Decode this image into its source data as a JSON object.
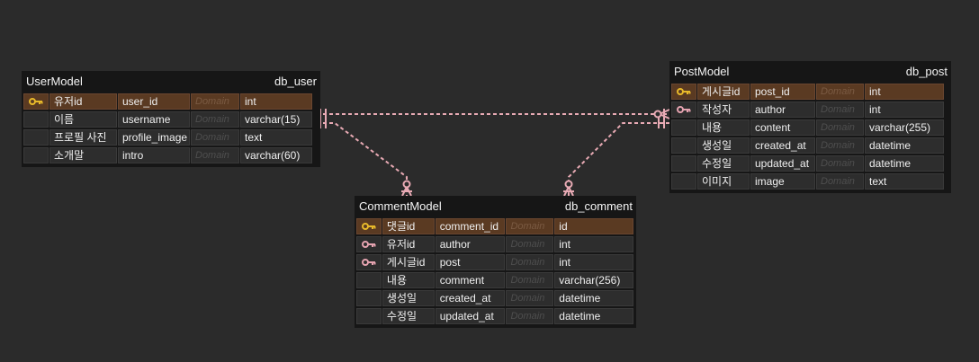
{
  "colors": {
    "background": "#2b2b2b",
    "table_bg": "#161616",
    "row_bg": "#2d2d2d",
    "pk_row_bg": "#5a3a22",
    "pk_key_icon": "#e8b92a",
    "fk_key_icon": "#e5a3b0",
    "relation_line": "#e8aab4"
  },
  "domain_placeholder": "Domain",
  "user_table": {
    "name": "UserModel",
    "db_name": "db_user",
    "rows": [
      {
        "label": "유저id",
        "column": "user_id",
        "type": "int",
        "key": "pk"
      },
      {
        "label": "이름",
        "column": "username",
        "type": "varchar(15)",
        "key": "none"
      },
      {
        "label": "프로필 사진",
        "column": "profile_image",
        "type": "text",
        "key": "none"
      },
      {
        "label": "소개말",
        "column": "intro",
        "type": "varchar(60)",
        "key": "none"
      }
    ]
  },
  "post_table": {
    "name": "PostModel",
    "db_name": "db_post",
    "rows": [
      {
        "label": "게시글id",
        "column": "post_id",
        "type": "int",
        "key": "pk"
      },
      {
        "label": "작성자",
        "column": "author",
        "type": "int",
        "key": "fk"
      },
      {
        "label": "내용",
        "column": "content",
        "type": "varchar(255)",
        "key": "none"
      },
      {
        "label": "생성일",
        "column": "created_at",
        "type": "datetime",
        "key": "none"
      },
      {
        "label": "수정일",
        "column": "updated_at",
        "type": "datetime",
        "key": "none"
      },
      {
        "label": "이미지",
        "column": "image",
        "type": "text",
        "key": "none"
      }
    ]
  },
  "comment_table": {
    "name": "CommentModel",
    "db_name": "db_comment",
    "rows": [
      {
        "label": "댓글id",
        "column": "comment_id",
        "type": "id",
        "key": "pk"
      },
      {
        "label": "유저id",
        "column": "author",
        "type": "int",
        "key": "fk"
      },
      {
        "label": "게시글id",
        "column": "post",
        "type": "int",
        "key": "fk"
      },
      {
        "label": "내용",
        "column": "comment",
        "type": "varchar(256)",
        "key": "none"
      },
      {
        "label": "생성일",
        "column": "created_at",
        "type": "datetime",
        "key": "none"
      },
      {
        "label": "수정일",
        "column": "updated_at",
        "type": "datetime",
        "key": "none"
      }
    ]
  }
}
